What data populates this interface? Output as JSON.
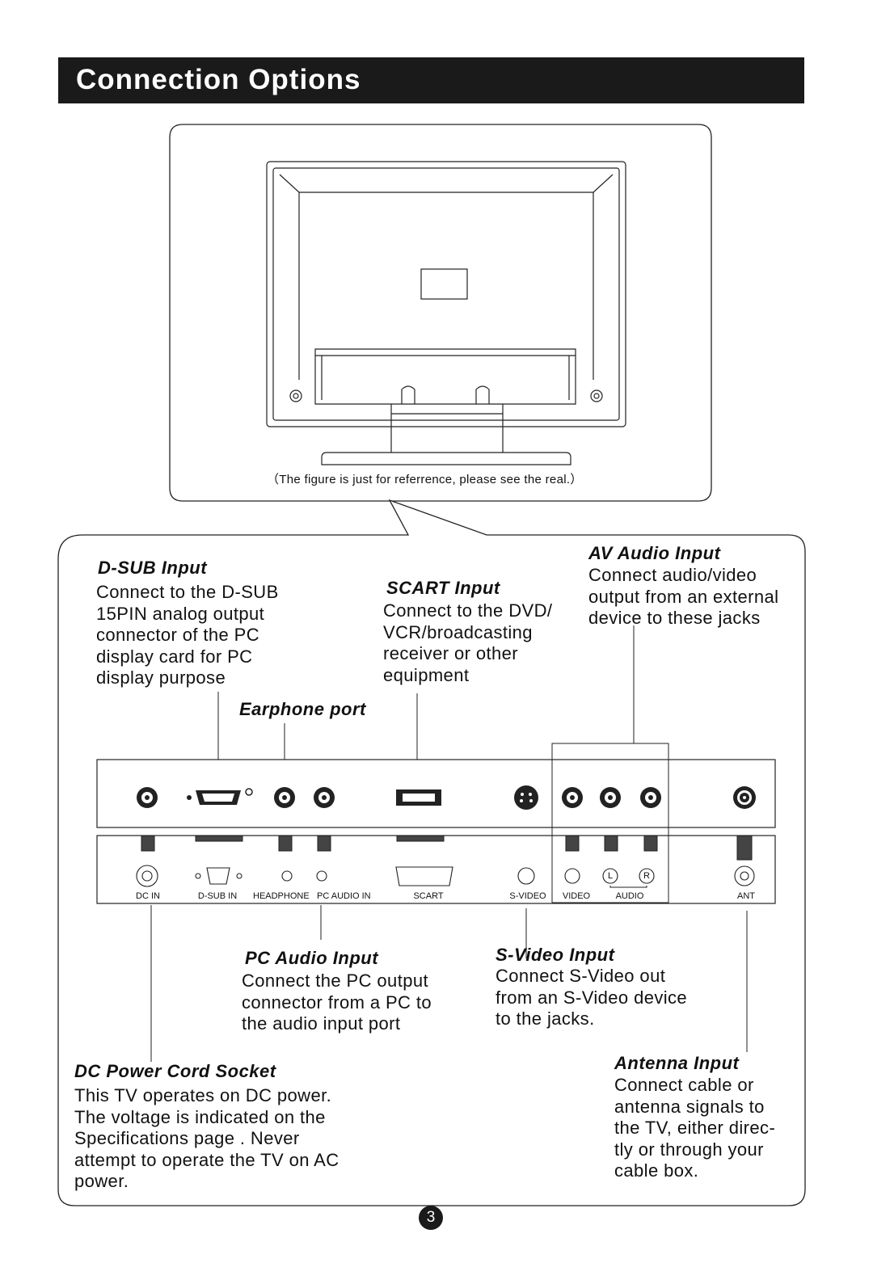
{
  "page": {
    "title": "Connection Options",
    "figure_caption": "（The figure is just for referrence, please see the real.）",
    "page_number": "3"
  },
  "sections": {
    "dsub": {
      "heading": "D-SUB  Input",
      "body": "Connect to the D-SUB\n15PIN analog output\nconnector of the PC\ndisplay card for PC\ndisplay purpose"
    },
    "scart": {
      "heading": "SCART  Input",
      "body": "Connect to the DVD/\nVCR/broadcasting\nreceiver or other\nequipment"
    },
    "av_audio": {
      "heading": "AV Audio Input",
      "body": "Connect audio/video\noutput from an external\ndevice to these jacks"
    },
    "earphone": {
      "heading": "Earphone port"
    },
    "pc_audio": {
      "heading": "PC Audio Input",
      "body": "Connect the PC output\nconnector from a PC to\nthe audio input port"
    },
    "svideo": {
      "heading": "S-Video Input",
      "body": "Connect S-Video out\nfrom an S-Video device\nto the jacks."
    },
    "dc_power": {
      "heading": "DC Power Cord Socket",
      "body": "This TV operates on DC power.\nThe voltage is indicated on the\nSpecifications page . Never\nattempt to operate the TV on AC\npower."
    },
    "antenna": {
      "heading": "Antenna Input",
      "body": "Connect cable or\nantenna signals to\nthe TV, either direc-\ntly or through your\ncable box."
    }
  },
  "ports": {
    "dc_in": "DC IN",
    "dsub_in": "D-SUB IN",
    "headphone": "HEADPHONE",
    "pc_audio_in": "PC AUDIO IN",
    "scart": "SCART",
    "svideo": "S-VIDEO",
    "video": "VIDEO",
    "audio": "AUDIO",
    "ant": "ANT",
    "audio_left": "L",
    "audio_right": "R"
  }
}
